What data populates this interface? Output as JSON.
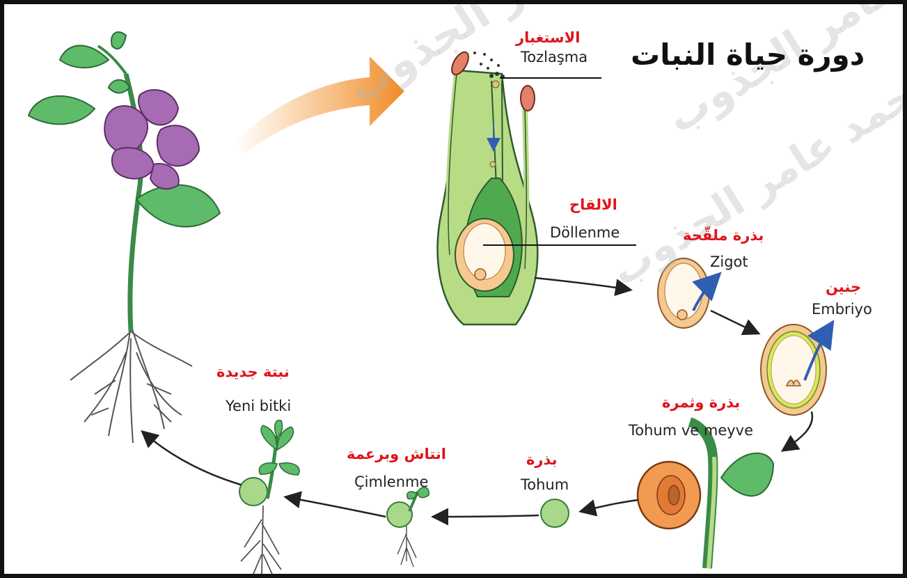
{
  "title": "دورة حياة النبات",
  "watermark": "المهندس محمد عامر الجذوب",
  "stages": {
    "pollination": {
      "ar": "الاستغبار",
      "tr": "Tozlaşma"
    },
    "fertilization": {
      "ar": "الالقاح",
      "tr": "Döllenme"
    },
    "zygote": {
      "ar": "بذرة ملقّحة",
      "tr": "Zigot"
    },
    "embryo": {
      "ar": "جنين",
      "tr": "Embriyo"
    },
    "seed_fruit": {
      "ar": "بذرة وثمرة",
      "tr": "Tohum ve meyve"
    },
    "seed": {
      "ar": "بذرة",
      "tr": "Tohum"
    },
    "germination": {
      "ar": "انتاش وبرعمة",
      "tr": "Çimlenme"
    },
    "new_plant": {
      "ar": "نبتة جديدة",
      "tr": "Yeni bitki"
    }
  },
  "colors": {
    "label_ar": "#e0141a",
    "leaf": "#5dbb6a",
    "petal": "#a66bb3",
    "pistil": "#b8db86",
    "ovule": "#f5c98f",
    "seed": "#a8d98a",
    "fruit": "#f29a52",
    "arrow": "#222222",
    "growth_arrow": "#f39a3a"
  }
}
